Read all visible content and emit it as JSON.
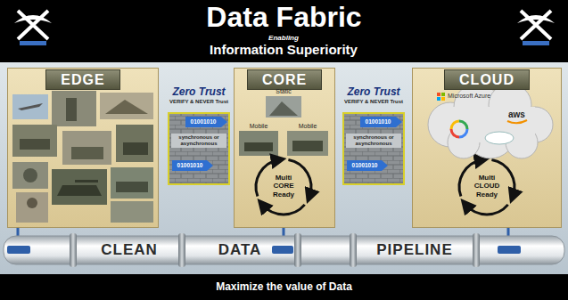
{
  "diagram": {
    "title": "Data Fabric",
    "caption": "Maximize the value of Data",
    "nodes": [
      {
        "text": [
          "EDGE"
        ]
      },
      {
        "text": [
          "Zero Trust",
          "VERIFY & NEVER Trust"
        ]
      },
      {
        "text": [
          "CORE"
        ]
      },
      {
        "text": [
          "Multi CORE Ready"
        ],
        "in": 2
      },
      {
        "text": [
          "Zero Trust",
          "VERIFY & NEVER Trust"
        ]
      },
      {
        "text": [
          "CLOUD"
        ]
      },
      {
        "text": [
          "Multi CLOUD Ready"
        ],
        "in": 5
      },
      {
        "text": [
          "CLEAN"
        ]
      },
      {
        "text": [
          "DATA"
        ]
      },
      {
        "text": [
          "PIPELINE"
        ]
      }
    ],
    "labels": [
      "Enabling",
      "Information Superiority",
      "01001010",
      "synchronous or asynchronous",
      "01001010",
      "Static",
      "Mobile",
      "Mobile",
      "01001010",
      "synchronous or asynchronous",
      "01001010",
      "Microsoft Azure",
      "aws"
    ]
  }
}
